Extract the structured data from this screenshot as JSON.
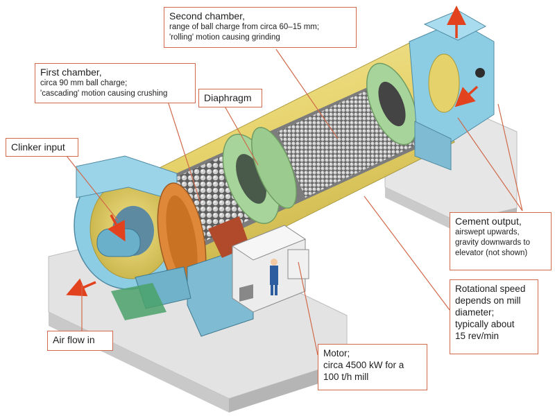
{
  "labels": {
    "second_chamber": {
      "title": "Second chamber,",
      "lines": [
        "range of ball charge from circa 60–15 mm;",
        "'rolling' motion causing grinding"
      ]
    },
    "first_chamber": {
      "title": "First chamber,",
      "lines": [
        "circa 90 mm ball charge;",
        "'cascading' motion causing crushing"
      ]
    },
    "diaphragm": {
      "title": "Diaphragm"
    },
    "clinker_input": {
      "title": "Clinker input"
    },
    "air_flow_in": {
      "title": "Air flow in"
    },
    "motor": {
      "lines": [
        "Motor;",
        "circa 4500 kW for a",
        "100 t/h mill"
      ]
    },
    "cement_output": {
      "title": "Cement output,",
      "lines": [
        "airswept upwards,",
        "gravity downwards to",
        "elevator (not shown)"
      ]
    },
    "rotational_speed": {
      "lines": [
        "Rotational speed",
        "depends on mill",
        "diameter;",
        "typically about",
        "15 rev/min"
      ]
    }
  },
  "colors": {
    "leader_line": "#d0694a",
    "flow_arrow": "#e2431e",
    "shell_yellow": "#e8d66a",
    "housing_blue": "#8ccde4",
    "diaphragm_green": "#a6d49a",
    "concrete": "#dedede"
  }
}
